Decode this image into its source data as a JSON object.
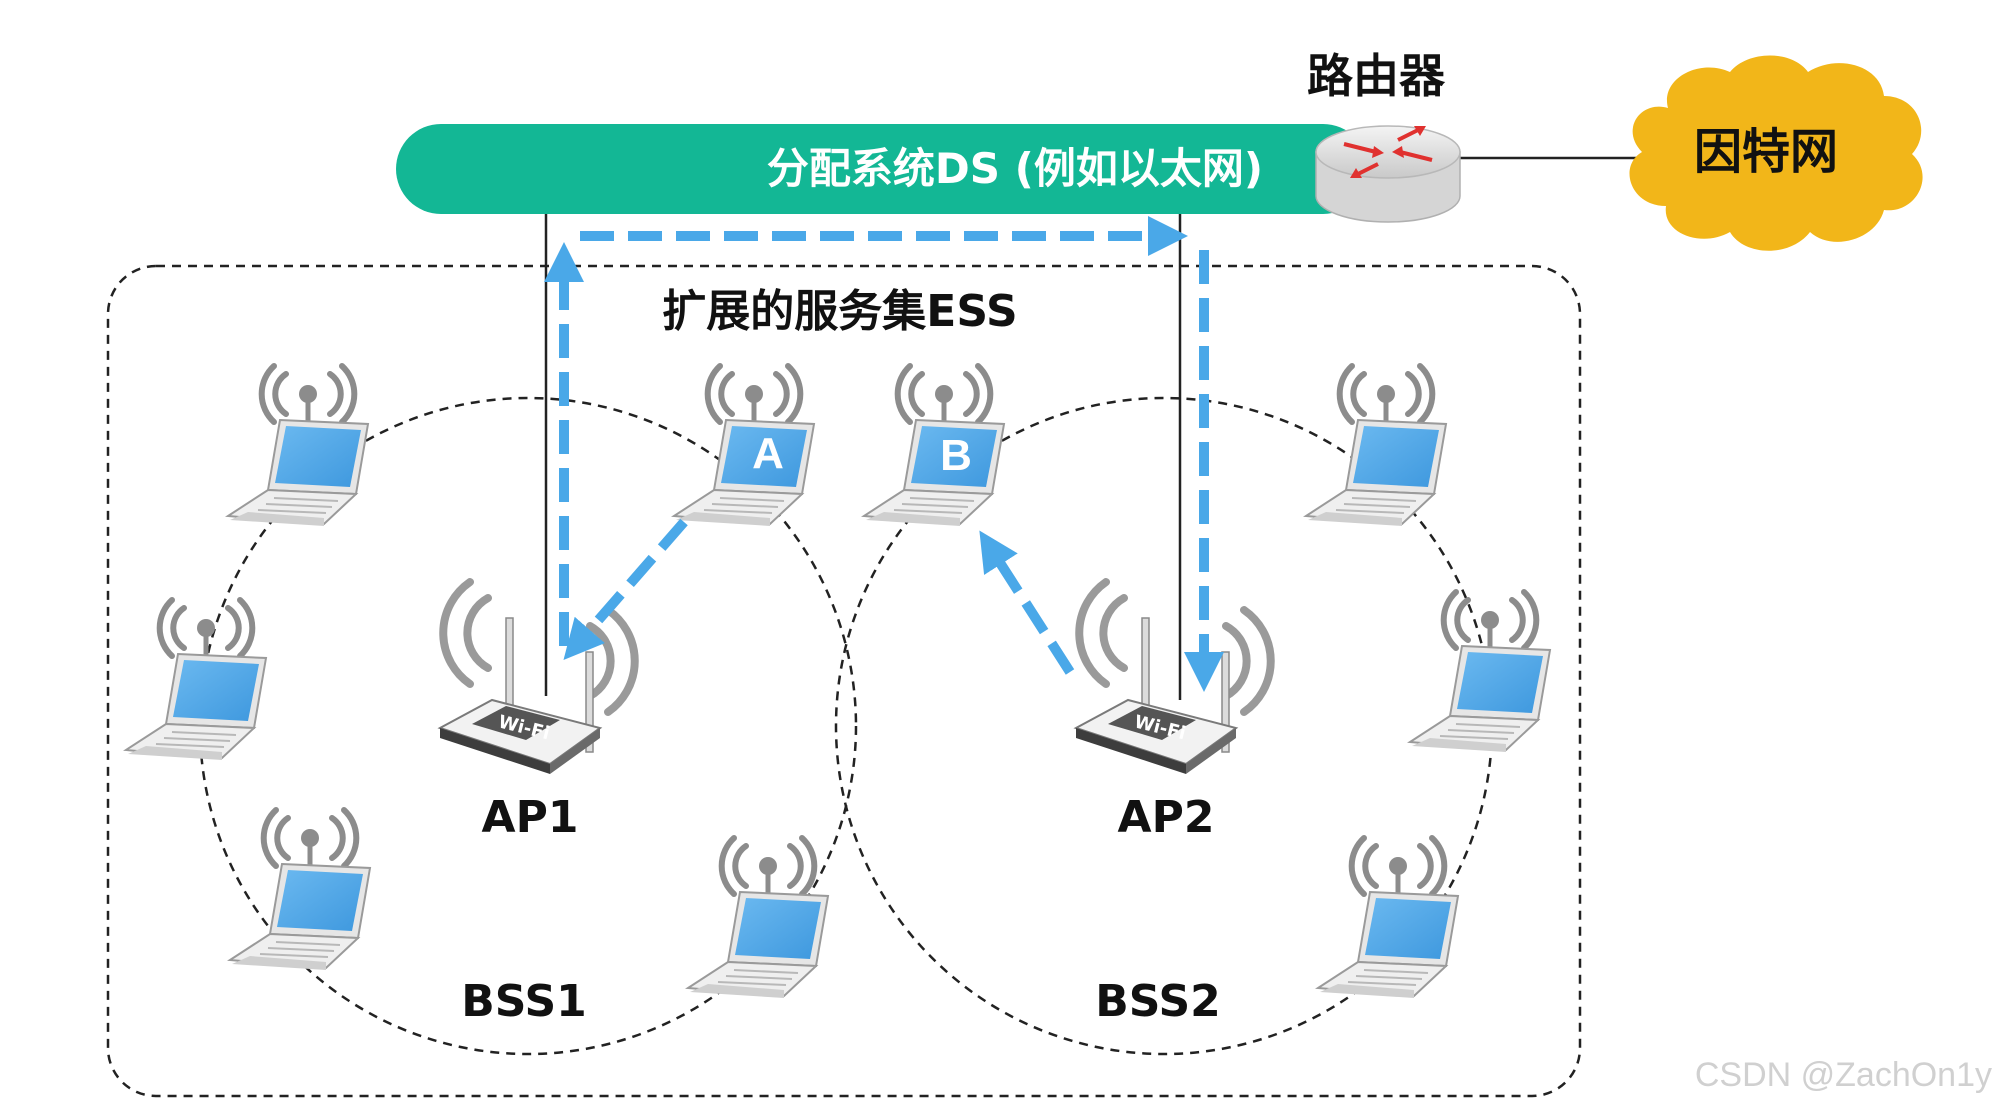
{
  "diagram": {
    "router_label": "路由器",
    "internet_label": "因特网",
    "ds_label": "分配系统DS (例如以太网)",
    "ess_label": "扩展的服务集ESS",
    "ap1_label": "AP1",
    "ap2_label": "AP2",
    "bss1_label": "BSS1",
    "bss2_label": "BSS2",
    "station_a_label": "A",
    "station_b_label": "B",
    "watermark": "CSDN @ZachOn1y"
  },
  "colors": {
    "ds_bar": "#13b795",
    "cloud": "#f2b619",
    "arrow": "#4aa8e8",
    "laptop_screen": "#4aa3e6",
    "dashed_outline": "#222222"
  },
  "icons": [
    "router-icon",
    "cloud-icon",
    "wifi-access-point-icon",
    "laptop-icon",
    "wireless-signal-icon"
  ]
}
